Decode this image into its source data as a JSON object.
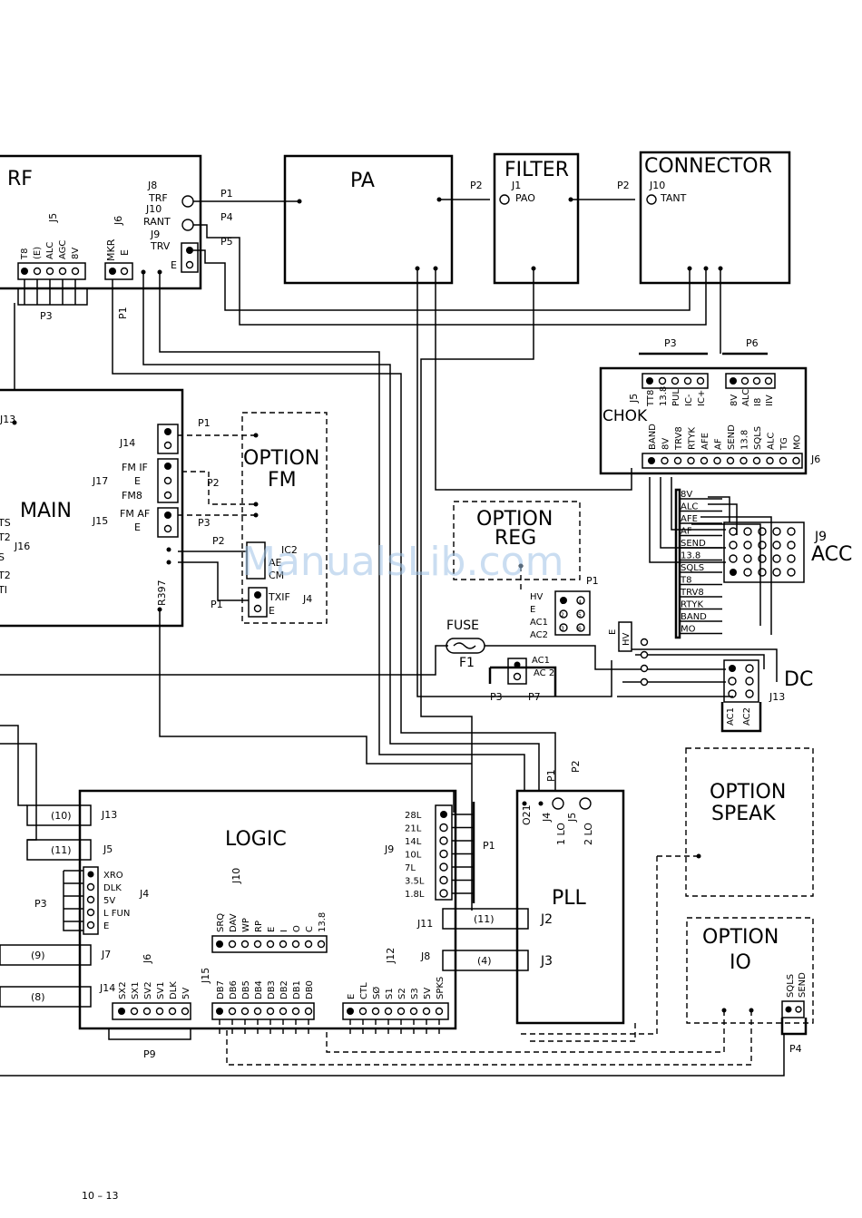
{
  "blocks": {
    "rf": "RF",
    "pa": "PA",
    "filter": "FILTER",
    "connector": "CONNECTOR",
    "main": "MAIN",
    "option_fm_1": "OPTION",
    "option_fm_2": "FM",
    "option_reg_1": "OPTION",
    "option_reg_2": "REG",
    "chok": "CHOK",
    "logic": "LOGIC",
    "pll": "PLL",
    "option_speak_1": "OPTION",
    "option_speak_2": "SPEAK",
    "option_io_1": "OPTION",
    "option_io_2": "IO",
    "acc": "ACC",
    "dc": "DC",
    "fuse": "FUSE",
    "f1": "F1"
  },
  "rf_labels": {
    "j8": "J8",
    "trf": "TRF",
    "j10": "J10",
    "rant": "RANT",
    "j9": "J9",
    "trv": "TRV",
    "e": "E",
    "j5": "J5",
    "j6": "J6",
    "mkr": "MKR",
    "e2": "E",
    "p1": "P1",
    "p1b": "P1",
    "p4": "P4",
    "p5": "P5",
    "p3": "P3",
    "pins": [
      "T8",
      "(E)",
      "ALC",
      "AGC",
      "8V"
    ]
  },
  "pa_labels": {
    "p2": "P2",
    "j1": "J1",
    "pao": "PAO",
    "p2b": "P2",
    "j10": "J10",
    "tant": "TANT"
  },
  "main_labels": {
    "j13": "J13",
    "j14": "J14",
    "j17": "J17",
    "j15": "J15",
    "j16": "J16",
    "fmif": "FM IF",
    "e1": "E",
    "fm8": "FM8",
    "fmaf": "FM AF",
    "e2": "E",
    "p1": "P1",
    "p2": "P2",
    "p3": "P3",
    "p2b": "P2",
    "p1b": "P1",
    "ic2": "IC2",
    "ae": "AE",
    "cm": "CM",
    "txif": "TXIF",
    "e3": "E",
    "j4": "J4",
    "r397": "R397",
    "ts": "TS",
    "t2": "T2",
    "s": "S",
    "t2b": "T2",
    "ti": "TI"
  },
  "chok_labels": {
    "p3": "P3",
    "p6": "P6",
    "j5": "J5",
    "j6": "J6",
    "top_left": [
      "TT8",
      "13.8",
      "PUL",
      "IC-",
      "IC+"
    ],
    "top_right": [
      "8V",
      "ALC",
      "I8",
      "IIV"
    ],
    "bottom": [
      "BAND",
      "8V",
      "TRV8",
      "RTYK",
      "AFE",
      "AF",
      "SEND",
      "13.8",
      "SQLS",
      "ALC",
      "TG",
      "MO"
    ]
  },
  "acc_labels": {
    "j9": "J9",
    "pins": [
      "8V",
      "ALC",
      "AFE",
      "AF",
      "SEND",
      "13.8",
      "SQLS",
      "T8",
      "TRV8",
      "RTYK",
      "BAND",
      "MO"
    ]
  },
  "reg_labels": {
    "p1": "P1",
    "hv": "HV",
    "e": "E",
    "ac1": "AC1",
    "ac2": "AC2",
    "n1": "1",
    "n2": "2",
    "n3": "3",
    "n4": "4",
    "n5": "5",
    "n6": "6"
  },
  "dc_labels": {
    "j13": "J13",
    "ac1": "AC1",
    "ac2": "AC2",
    "p3": "P3",
    "p7": "P7",
    "pac1": "AC1",
    "pac2": "AC 2",
    "e": "E",
    "hv": "HV"
  },
  "logic_labels": {
    "j13": "J13",
    "j5": "J5",
    "j4": "J4",
    "j7": "J7",
    "j14": "J14",
    "j6": "J6",
    "j10": "J10",
    "j15": "J15",
    "j12": "J12",
    "j9": "J9",
    "j11": "J11",
    "j8": "J8",
    "p3": "P3",
    "p9": "P9",
    "p1": "P1",
    "c10": "(10)",
    "c11": "(11)",
    "c9": "(9)",
    "c8": "(8)",
    "c11b": "(11)",
    "c4": "(4)",
    "j4_pins": [
      "XRO",
      "DLK",
      "5V",
      "L FUN",
      "E"
    ],
    "j6_pins": [
      "SX2",
      "SX1",
      "SV2",
      "SV1",
      "DLK",
      "5V"
    ],
    "j10_pins": [
      "SRQ",
      "DAV",
      "WP",
      "RP",
      "E",
      "I",
      "O",
      "C",
      "13.8"
    ],
    "j15_pins": [
      "DB7",
      "DB6",
      "DB5",
      "DB4",
      "DB3",
      "DB2",
      "DB1",
      "DB0"
    ],
    "j12_pins": [
      "E",
      "CTL",
      "SØ",
      "S1",
      "S2",
      "S3",
      "5V",
      "SPKS"
    ],
    "j9_pins": [
      "28L",
      "21L",
      "14L",
      "10L",
      "7L",
      "3.5L",
      "1.8L"
    ]
  },
  "pll_labels": {
    "j2": "J2",
    "j3": "J3",
    "o21": "O21",
    "j4": "J4",
    "j5": "J5",
    "p1": "P1",
    "p2": "P2",
    "l1": "1 LO",
    "l2": "2 LO"
  },
  "io_labels": {
    "sqls": "SQLS",
    "send": "SEND",
    "p4": "P4"
  },
  "watermark": "ManualsLib.com",
  "page_number": "10 – 13"
}
